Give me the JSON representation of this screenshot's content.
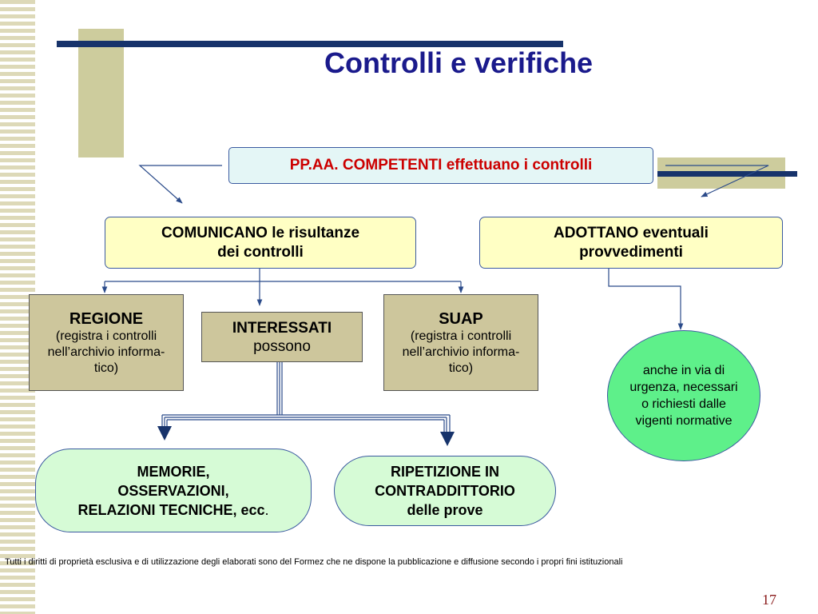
{
  "slide": {
    "title": "Controlli e verifiche",
    "footer": "Tutti i diritti di proprietà esclusiva e di utilizzazione degli elaborati  sono del Formez che ne dispone la pubblicazione e diffusione secondo i propri fini istituzionali",
    "page_number": "17"
  },
  "diagram": {
    "top_box": "PP.AA. COMPETENTI effettuano i controlli",
    "comunicano": [
      "COMUNICANO le risultanze",
      "dei controlli"
    ],
    "adottano": [
      "ADOTTANO eventuali",
      "provvedimenti"
    ],
    "regione": {
      "title": "REGIONE",
      "lines": [
        "(registra i controlli",
        "nell’archivio informa-",
        "tico)"
      ]
    },
    "interessati": {
      "title": "INTERESSATI",
      "subtitle": "possono"
    },
    "suap": {
      "title": "SUAP",
      "lines": [
        "(registra i controlli",
        "nell’archivio informa-",
        "tico)"
      ]
    },
    "urgenza": [
      "anche in via di",
      "urgenza, necessari",
      "o richiesti dalle",
      "vigenti normative"
    ],
    "memorie": [
      "MEMORIE,",
      "OSSERVAZIONI,",
      "RELAZIONI TECNICHE, ecc",
      "."
    ],
    "ripetizione": [
      "RIPETIZIONE IN",
      "CONTRADDITTORIO",
      "delle prove"
    ]
  },
  "colors": {
    "title": "#1a1a8c",
    "top_box_text": "#cc0000",
    "bars": "#17336b",
    "accent_blocks": "#cdcc9d",
    "yellow_box": "#ffffc4",
    "tan_box": "#cdc69c",
    "green_pill": "#d6fbd6",
    "green_ellipse": "#5ef08a"
  }
}
